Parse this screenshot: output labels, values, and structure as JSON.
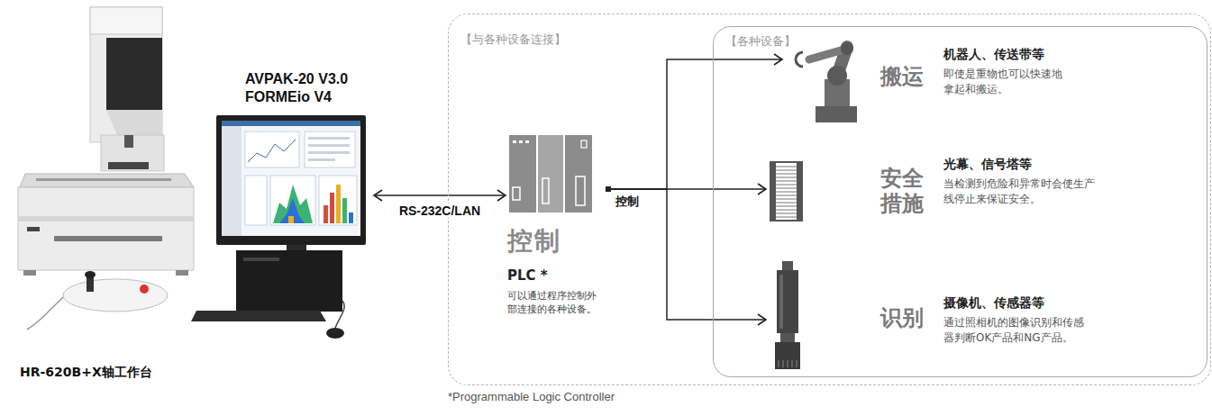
{
  "diagram": {
    "nodes": [
      {
        "text": [
          "AVPAK-20 V3.0 FORMEio V4",
          "HR-620B+X轴工作台"
        ]
      },
      {
        "text": [
          "【与各种设备连接】"
        ]
      },
      {
        "text": [
          "控制",
          "PLC *",
          "可以通过程序控制外部连接的各种设备。"
        ],
        "in": 1
      },
      {
        "text": [
          "【各种设备】"
        ],
        "in": 1
      },
      {
        "text": [
          "搬运",
          "机器人、传送带等",
          "即使是重物也可以快速地拿起和搬运。"
        ],
        "in": 3
      },
      {
        "text": [
          "安全措施",
          "光幕、信号塔等",
          "当检测到危险和异常时会使生产线停止来保证安全。"
        ],
        "in": 3
      },
      {
        "text": [
          "识别",
          "摄像机、传感器等",
          "通过照相机的图像识别和传感器判断OK产品和NG产品。"
        ],
        "in": 3
      }
    ],
    "edges": [
      {
        "from": 0,
        "to": 2,
        "arrow": "both",
        "label": "RS-232C/LAN"
      },
      {
        "from": 2,
        "to": 4,
        "arrow": "to"
      },
      {
        "from": 2,
        "to": 5,
        "arrow": "to",
        "label": "控制"
      },
      {
        "from": 2,
        "to": 6,
        "arrow": "to"
      }
    ],
    "labels": [
      "*Programmable Logic Controller"
    ]
  }
}
